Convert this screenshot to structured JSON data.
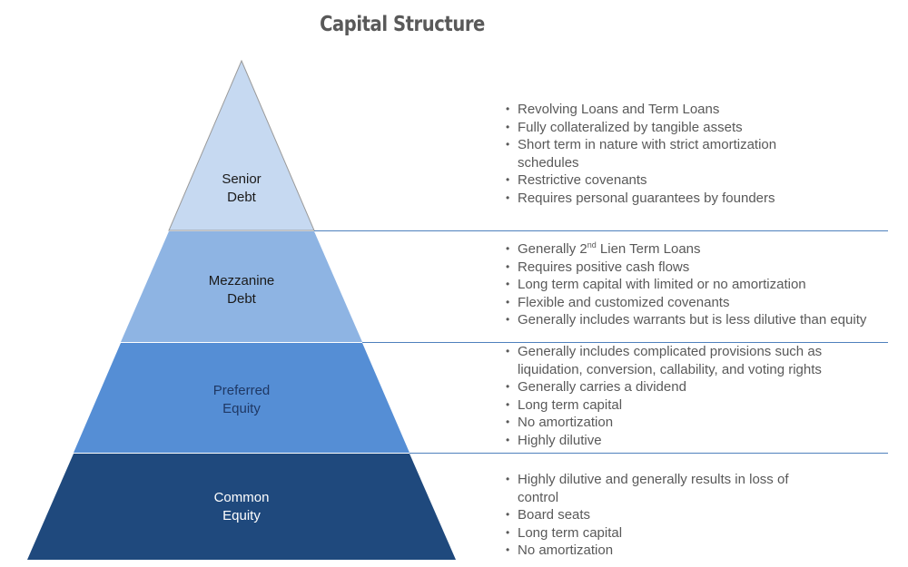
{
  "title": "Capital Structure",
  "colors": {
    "senior": "#c6d9f1",
    "mezzanine": "#8eb4e3",
    "preferred": "#558ed5",
    "common": "#1f497d",
    "divider": "#4f81bd"
  },
  "tiers": [
    {
      "label": "Senior\nDebt",
      "items": [
        "Revolving Loans and Term Loans",
        "Fully collateralized by tangible assets",
        "Short term in nature with strict amortization\nschedules",
        "Restrictive covenants",
        "Requires personal guarantees by founders"
      ]
    },
    {
      "label": "Mezzanine\nDebt",
      "items": [
        "Generally ",
        "2",
        "nd",
        " Lien Term Loans",
        "Requires positive cash flows",
        "Long term capital with limited or no amortization",
        "Flexible and customized covenants",
        "Generally includes warrants but is less dilutive than equity"
      ]
    },
    {
      "label": "Preferred\nEquity",
      "items": [
        "Generally includes complicated provisions such as\nliquidation, conversion, callability, and voting rights",
        "Generally carries a dividend",
        "Long term capital",
        "No amortization",
        "Highly dilutive"
      ]
    },
    {
      "label": "Common\nEquity",
      "items": [
        "Highly dilutive and generally results in loss of\ncontrol",
        "Board seats",
        "Long term capital",
        "No amortization"
      ]
    }
  ]
}
